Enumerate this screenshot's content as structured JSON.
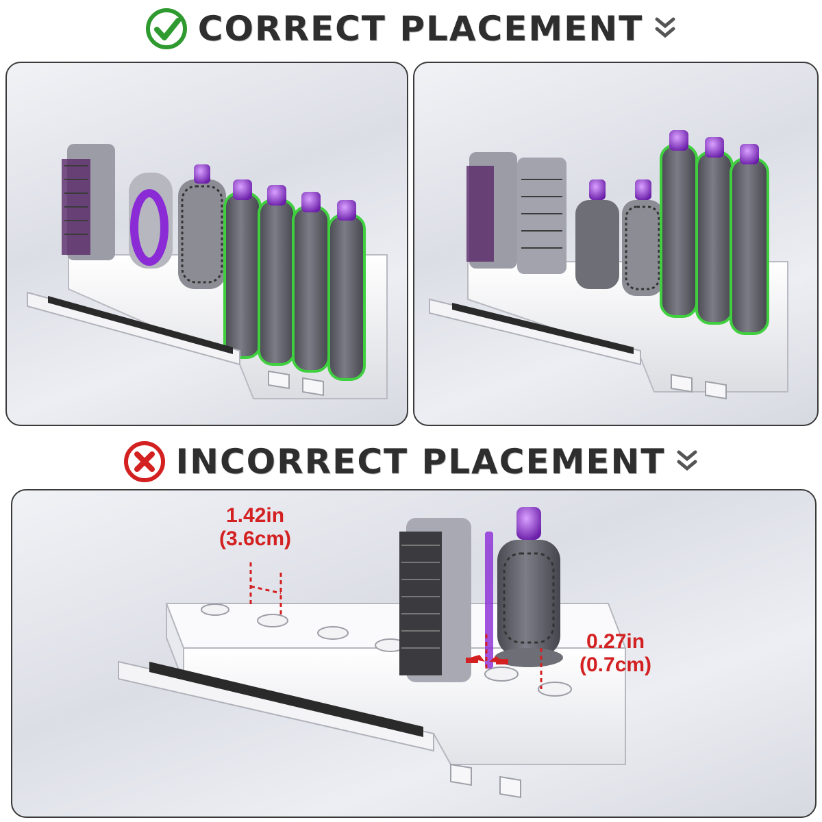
{
  "headings": {
    "correct": "CORRECT PLACEMENT",
    "incorrect": "INCORRECT PLACEMENT"
  },
  "icons": {
    "correct": "check-circle-icon",
    "incorrect": "x-circle-icon",
    "chevron": "double-chevron-down-icon"
  },
  "measurements": {
    "slot_spacing": {
      "inches": "1.42in",
      "cm": "(3.6cm)"
    },
    "wall_gap": {
      "inches": "0.27in",
      "cm": "(0.7cm)"
    }
  },
  "colors": {
    "correct_green": "#2f9a2f",
    "incorrect_red": "#d32020",
    "accessory_purple": "#8a2bd6",
    "highlight_green": "#3fcf3f",
    "heading_text": "#2e2e2e"
  }
}
